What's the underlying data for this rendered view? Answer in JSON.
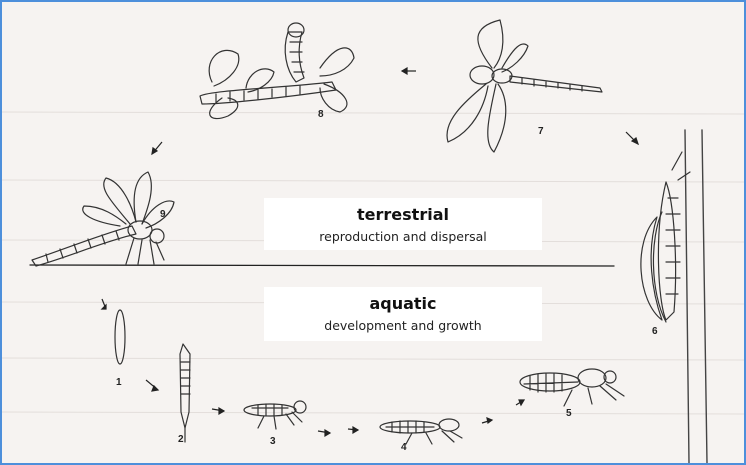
{
  "zones": {
    "upper": {
      "title": "terrestrial",
      "subtitle": "reproduction and dispersal"
    },
    "lower": {
      "title": "aquatic",
      "subtitle": "development and growth"
    }
  },
  "stages": [
    "1",
    "2",
    "3",
    "4",
    "5",
    "6",
    "7",
    "8",
    "9"
  ]
}
